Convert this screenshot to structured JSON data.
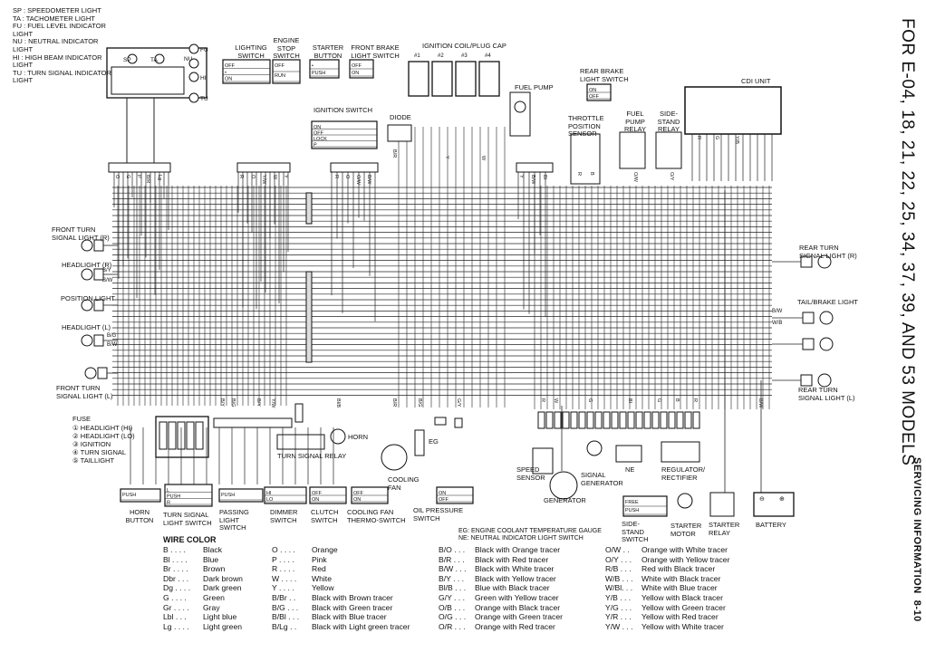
{
  "page_title": "FOR E-04, 18, 21, 22, 25, 34, 37, 39, AND 53 MODELS",
  "section_label": "SERVICING INFORMATION",
  "page_number": "8-10",
  "meter_legend": [
    "SP : SPEEDOMETER LIGHT",
    "TA : TACHOMETER LIGHT",
    "FU : FUEL LEVEL INDICATOR",
    "        LIGHT",
    "NU : NEUTRAL INDICATOR",
    "        LIGHT",
    "HI : HIGH BEAM INDICATOR",
    "        LIGHT",
    "TU : TURN SIGNAL INDICATOR",
    "        LIGHT"
  ],
  "meter_codes": {
    "sp": "SP",
    "ta": "TA",
    "fu": "FU",
    "nu": "NU",
    "hi": "HI",
    "tu": "TU"
  },
  "components": {
    "lighting_switch": "LIGHTING SWITCH",
    "engine_stop_switch": "ENGINE STOP SWITCH",
    "starter_button": "STARTER BUTTON",
    "front_brake_light_switch": "FRONT BRAKE LIGHT SWITCH",
    "ignition_coil": "IGNITION COIL/PLUG CAP",
    "ignition_switch": "IGNITION SWITCH",
    "diode": "DIODE",
    "fuel_pump": "FUEL PUMP",
    "rear_brake_light_switch": "REAR BRAKE LIGHT SWITCH",
    "throttle_position_sensor": "THROTTLE POSITION SENSOR",
    "fuel_pump_relay": "FUEL PUMP RELAY",
    "side_stand_relay": "SIDE- STAND RELAY",
    "cdi_unit": "CDI UNIT",
    "front_turn_r": "FRONT TURN SIGNAL LIGHT (R)",
    "headlight_r": "HEADLIGHT (R)",
    "position_light": "POSITION LIGHT",
    "headlight_l": "HEADLIGHT (L)",
    "front_turn_l": "FRONT TURN SIGNAL LIGHT (L)",
    "rear_turn_r": "REAR TURN SIGNAL LIGHT (R)",
    "tail_brake": "TAIL/BRAKE LIGHT",
    "rear_turn_l": "REAR TURN SIGNAL LIGHT (L)",
    "fuse": "FUSE",
    "horn": "HORN",
    "turn_signal_relay": "TURN SIGNAL RELAY",
    "cooling_fan": "COOLING FAN",
    "eg": "EG",
    "speed_sensor": "SPEED SENSOR",
    "generator": "GENERATOR",
    "signal_generator": "SIGNAL GENERATOR",
    "ne": "NE",
    "regulator": "REGULATOR/ RECTIFIER",
    "horn_button": "HORN BUTTON",
    "turn_signal_light_switch": "TURN SIGNAL LIGHT SWITCH",
    "passing_light_switch": "PASSING LIGHT SWITCH",
    "dimmer_switch": "DIMMER SWITCH",
    "clutch_switch": "CLUTCH SWITCH",
    "cooling_fan_thermo": "COOLING FAN THERMO-SWITCH",
    "oil_pressure_switch": "OIL PRESSURE SWITCH",
    "side_stand_switch": "SIDE-STAND SWITCH",
    "starter_motor": "STARTER MOTOR",
    "starter_relay": "STARTER RELAY",
    "battery": "BATTERY"
  },
  "cylinders": [
    "#1",
    "#2",
    "#3",
    "#4"
  ],
  "fuse_items": [
    "① HEADLIGHT (HI)",
    "② HEADLIGHT (LO)",
    "③ IGNITION",
    "④ TURN SIGNAL",
    "⑤ TAILLIGHT"
  ],
  "switch_states": {
    "off": "OFF",
    "on": "ON",
    "run": "RUN",
    "push": "PUSH",
    "lock": "LOCK",
    "p": "P",
    "free": "FREE",
    "hi": "HI",
    "lo": "LO",
    "l": "L",
    "r": "R"
  },
  "notes": [
    "EG: ENGINE COOLANT TEMPERATURE GAUGE",
    "NE: NEUTRAL INDICATOR LIGHT SWITCH"
  ],
  "wire_color_title": "WIRE COLOR",
  "wire_colors": [
    [
      {
        "code": "B . . . .",
        "name": "Black"
      },
      {
        "code": "Bl . . . .",
        "name": "Blue"
      },
      {
        "code": "Br . . . .",
        "name": "Brown"
      },
      {
        "code": "Dbr . . .",
        "name": "Dark brown"
      },
      {
        "code": "Dg . . . .",
        "name": "Dark green"
      },
      {
        "code": "G . . . .",
        "name": "Green"
      },
      {
        "code": "Gr . . . .",
        "name": "Gray"
      },
      {
        "code": "Lbl . . .",
        "name": "Light blue"
      },
      {
        "code": "Lg . . . .",
        "name": "Light green"
      }
    ],
    [
      {
        "code": "O . . . .",
        "name": "Orange"
      },
      {
        "code": "P . . . .",
        "name": "Pink"
      },
      {
        "code": "R . . . .",
        "name": "Red"
      },
      {
        "code": "W . . . .",
        "name": "White"
      },
      {
        "code": "Y . . . .",
        "name": "Yellow"
      },
      {
        "code": "B/Br . .",
        "name": "Black with Brown tracer"
      },
      {
        "code": "B/G . . .",
        "name": "Black with Green tracer"
      },
      {
        "code": "B/Bl . . .",
        "name": "Black with Blue tracer"
      },
      {
        "code": "B/Lg . .",
        "name": "Black with Light green tracer"
      }
    ],
    [
      {
        "code": "B/O . . .",
        "name": "Black with Orange tracer"
      },
      {
        "code": "B/R . . .",
        "name": "Black with Red tracer"
      },
      {
        "code": "B/W . . .",
        "name": "Black with White tracer"
      },
      {
        "code": "B/Y . . .",
        "name": "Black with Yellow tracer"
      },
      {
        "code": "Bl/B . . .",
        "name": "Blue with Black tracer"
      },
      {
        "code": "G/Y . . .",
        "name": "Green with Yellow tracer"
      },
      {
        "code": "O/B . . .",
        "name": "Orange with Black tracer"
      },
      {
        "code": "O/G . . .",
        "name": "Orange with Green tracer"
      },
      {
        "code": "O/R . . .",
        "name": "Orange with Red tracer"
      }
    ],
    [
      {
        "code": "O/W . .",
        "name": "Orange with White tracer"
      },
      {
        "code": "O/Y . . .",
        "name": "Orange with Yellow tracer"
      },
      {
        "code": "R/B . . .",
        "name": "Red with Black tracer"
      },
      {
        "code": "W/B . . .",
        "name": "White with Black tracer"
      },
      {
        "code": "W/Bl. . .",
        "name": "White with Blue tracer"
      },
      {
        "code": "Y/B . . .",
        "name": "Yellow with Black tracer"
      },
      {
        "code": "Y/G . . .",
        "name": "Yellow with Green tracer"
      },
      {
        "code": "Y/R . . .",
        "name": "Yellow with Red tracer"
      },
      {
        "code": "Y/W . . .",
        "name": "Yellow with White tracer"
      }
    ]
  ],
  "wire_labels": {
    "b": "B",
    "bw": "B/W",
    "by": "B/Y",
    "bg": "B/G",
    "bbl": "B/Bl",
    "blb": "Bl/B",
    "br": "B/R",
    "g": "G",
    "gy": "G/Y",
    "o": "O",
    "r": "R",
    "w": "W",
    "y": "Y",
    "ow": "O/W",
    "yw": "Y/W",
    "wb": "W/B",
    "lg": "Lg",
    "lbl": "Lbl",
    "bl": "Bl",
    "oy": "O/Y",
    "yg": "Y/G",
    "yb": "Y/B",
    "p": "P"
  }
}
